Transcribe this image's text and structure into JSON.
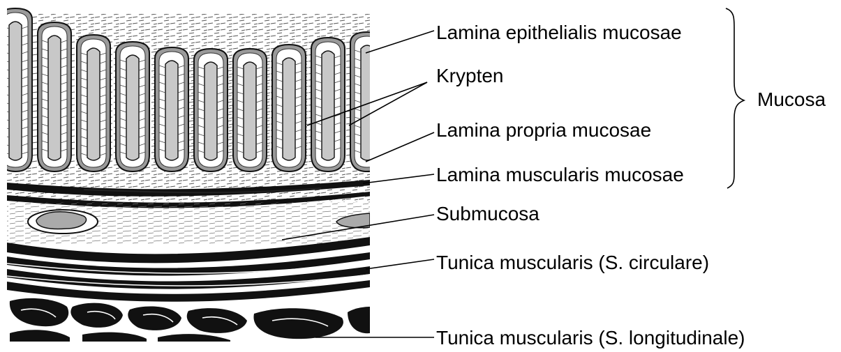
{
  "labels": {
    "epithelialis": "Lamina epithelialis mucosae",
    "krypten": "Krypten",
    "propria": "Lamina propria mucosae",
    "muscularis_mucosae": "Lamina muscularis mucosae",
    "submucosa": "Submucosa",
    "circulare": "Tunica muscularis (S. circulare)",
    "longitudinale": "Tunica muscularis (S. longitudinale)",
    "group": "Mucosa"
  }
}
